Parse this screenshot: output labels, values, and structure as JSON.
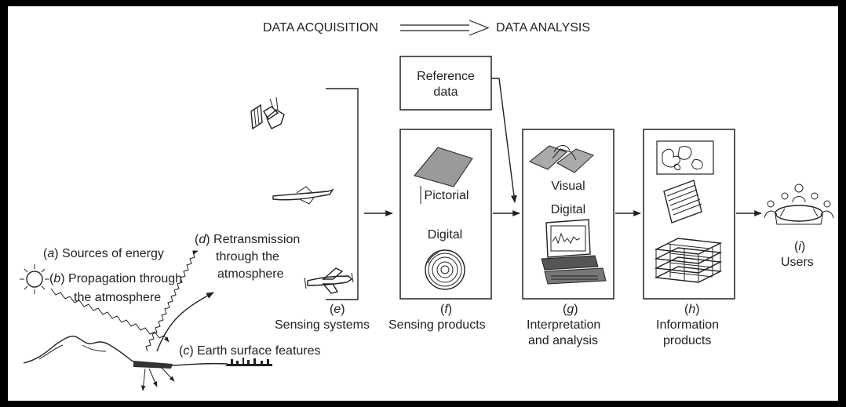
{
  "header": {
    "left": "DATA ACQUISITION",
    "right": "DATA ANALYSIS"
  },
  "labels": {
    "a_letter": "a",
    "a_text": "Sources of energy",
    "b_letter": "b",
    "b_text1": "Propagation through",
    "b_text2": "the atmosphere",
    "c_letter": "c",
    "c_text": "Earth surface features",
    "d_letter": "d",
    "d_text1": "Retransmission",
    "d_text2": "through the",
    "d_text3": "atmosphere",
    "e_letter": "e",
    "e_text": "Sensing systems",
    "f_letter": "f",
    "f_text": "Sensing products",
    "g_letter": "g",
    "g_text1": "Interpretation",
    "g_text2": "and analysis",
    "h_letter": "h",
    "h_text1": "Information",
    "h_text2": "products",
    "i_letter": "i",
    "i_text": "Users"
  },
  "boxes": {
    "reference_line1": "Reference",
    "reference_line2": "data",
    "sensing_pictorial": "Pictorial",
    "sensing_digital": "Digital",
    "interp_visual": "Visual",
    "interp_digital": "Digital"
  },
  "icons": [
    "sun-icon",
    "satellite-icon",
    "jet-icon",
    "propeller-plane-icon",
    "photo-sheet-icon",
    "cd-disc-icon",
    "stereo-image-icon",
    "computer-workstation-icon",
    "map-icon",
    "data-table-icon",
    "3d-grid-icon",
    "users-meeting-icon",
    "mountains-icon"
  ]
}
